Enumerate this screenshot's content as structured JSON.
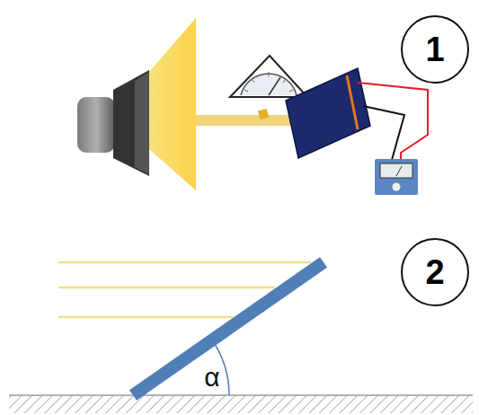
{
  "diagram": {
    "nodes": [
      {
        "text": [
          "1"
        ]
      },
      {
        "text": [
          "2"
        ]
      }
    ],
    "labels": [
      "α"
    ]
  }
}
